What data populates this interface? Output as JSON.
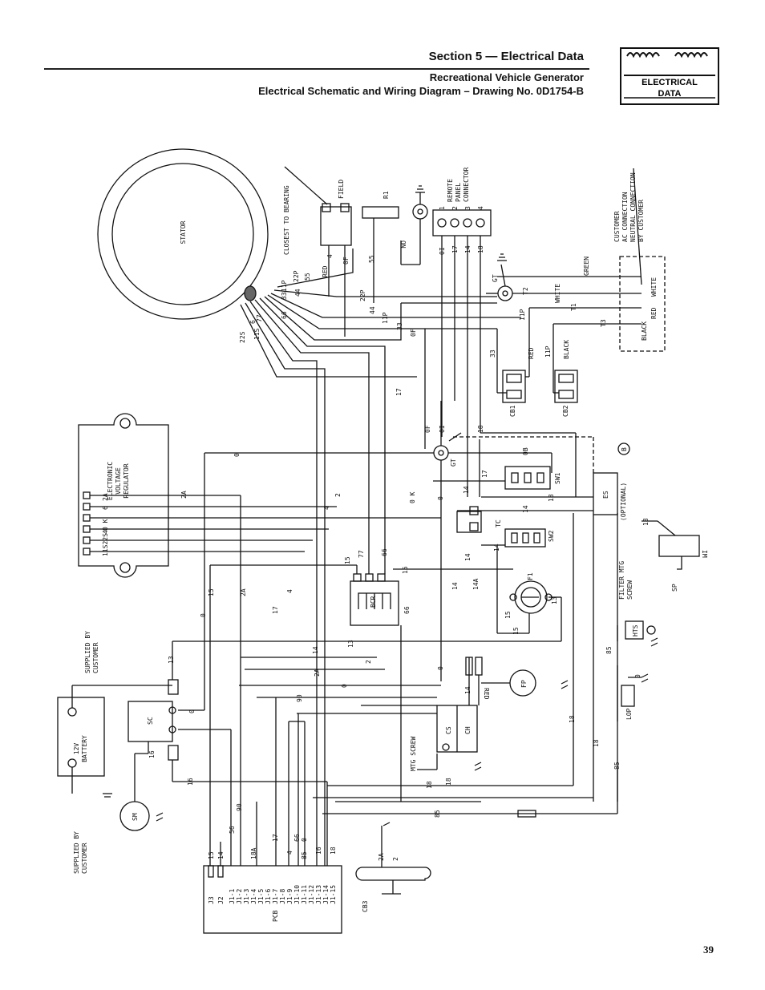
{
  "header": {
    "section_title": "Section 5 — Electrical Data",
    "subtitle_1": "Recreational Vehicle Generator",
    "subtitle_2": "Electrical Schematic and Wiring Diagram – Drawing No. 0D1754-B",
    "logo_text_1": "ELECTRICAL",
    "logo_text_2": "DATA"
  },
  "page_number": "39",
  "diagram": {
    "stator": "STATOR",
    "closest_to_bearing": "CLOSEST TO BEARING",
    "field": "FIELD",
    "r1": "R1",
    "on": "ON",
    "remote_panel": [
      "REMOTE",
      "PANEL",
      "CONNECTOR"
    ],
    "remote_pins": [
      "1",
      "2",
      "3",
      "4"
    ],
    "customer_conn": [
      "CUSTOMER",
      "AC CONNECTION",
      "NEUTRAL CONNECTION",
      "BY CUSTOMER"
    ],
    "evr": [
      "ELECTRONIC",
      "VOLTAGE",
      "REGULATOR"
    ],
    "evr_pins": [
      "2A",
      "6",
      "0 K",
      "4",
      "11S22S"
    ],
    "gt": "GT",
    "bcr": "BCR",
    "cb1": "CB1",
    "cb2": "CB2",
    "sw1": "SW1",
    "sw2": "SW2",
    "tc": "TC",
    "f1": "F1",
    "fp": "FP",
    "red": "RED",
    "cs": "CS",
    "ch": "CH",
    "mtg_screw": "MTG SCREW",
    "es": "ES",
    "optional": "(OPTIONAL)",
    "b": "B",
    "im": "IM",
    "sp": "SP",
    "filter_mtg": [
      "FILTER MTG",
      "SCREW"
    ],
    "hts": "HTS",
    "lop": "LOP",
    "supplied_by": [
      "SUPPLIED BY",
      "CUSTOMER"
    ],
    "battery": [
      "12V",
      "BATTERY"
    ],
    "sc": "SC",
    "sm": "SM",
    "pcb": "PCB",
    "cb3": "CB3",
    "pcb_pins": [
      "J3",
      "J2",
      "J1-1",
      "J1-2",
      "J1-3",
      "J1-4",
      "J1-5",
      "J1-6",
      "J1-7",
      "J1-8",
      "J1-9",
      "J1-10",
      "J1-11",
      "J1-12",
      "J1-13",
      "J1-14",
      "J1-15"
    ],
    "pcb_wires": [
      "15",
      "14",
      "56",
      "90",
      "18A",
      "17",
      "4",
      "66",
      "0",
      "85",
      "16",
      "18"
    ],
    "wire_numbers": {
      "w22S": "22S",
      "w11S": "11S",
      "w6": "6",
      "w77": "77",
      "w66": "66",
      "w33": "33",
      "w44": "44",
      "w11P": "11P",
      "w22P": "22P",
      "w55": "55",
      "w4": "4",
      "w0F": "0F",
      "wRED": "RED",
      "w0I": "0I",
      "w17": "17",
      "w14": "14",
      "w18": "18",
      "wT1": "T1",
      "wT2": "T2",
      "wT3": "T3",
      "wGREEN": "GREEN",
      "wWHITE": "WHITE",
      "wBLACK": "BLACK",
      "w0": "0",
      "w2A": "2A",
      "w2": "2",
      "w15": "15",
      "w13": "13",
      "w14A": "14A",
      "w16": "16",
      "w85": "85",
      "w90": "90",
      "w0K": "0 K",
      "w0B": "0B"
    }
  }
}
